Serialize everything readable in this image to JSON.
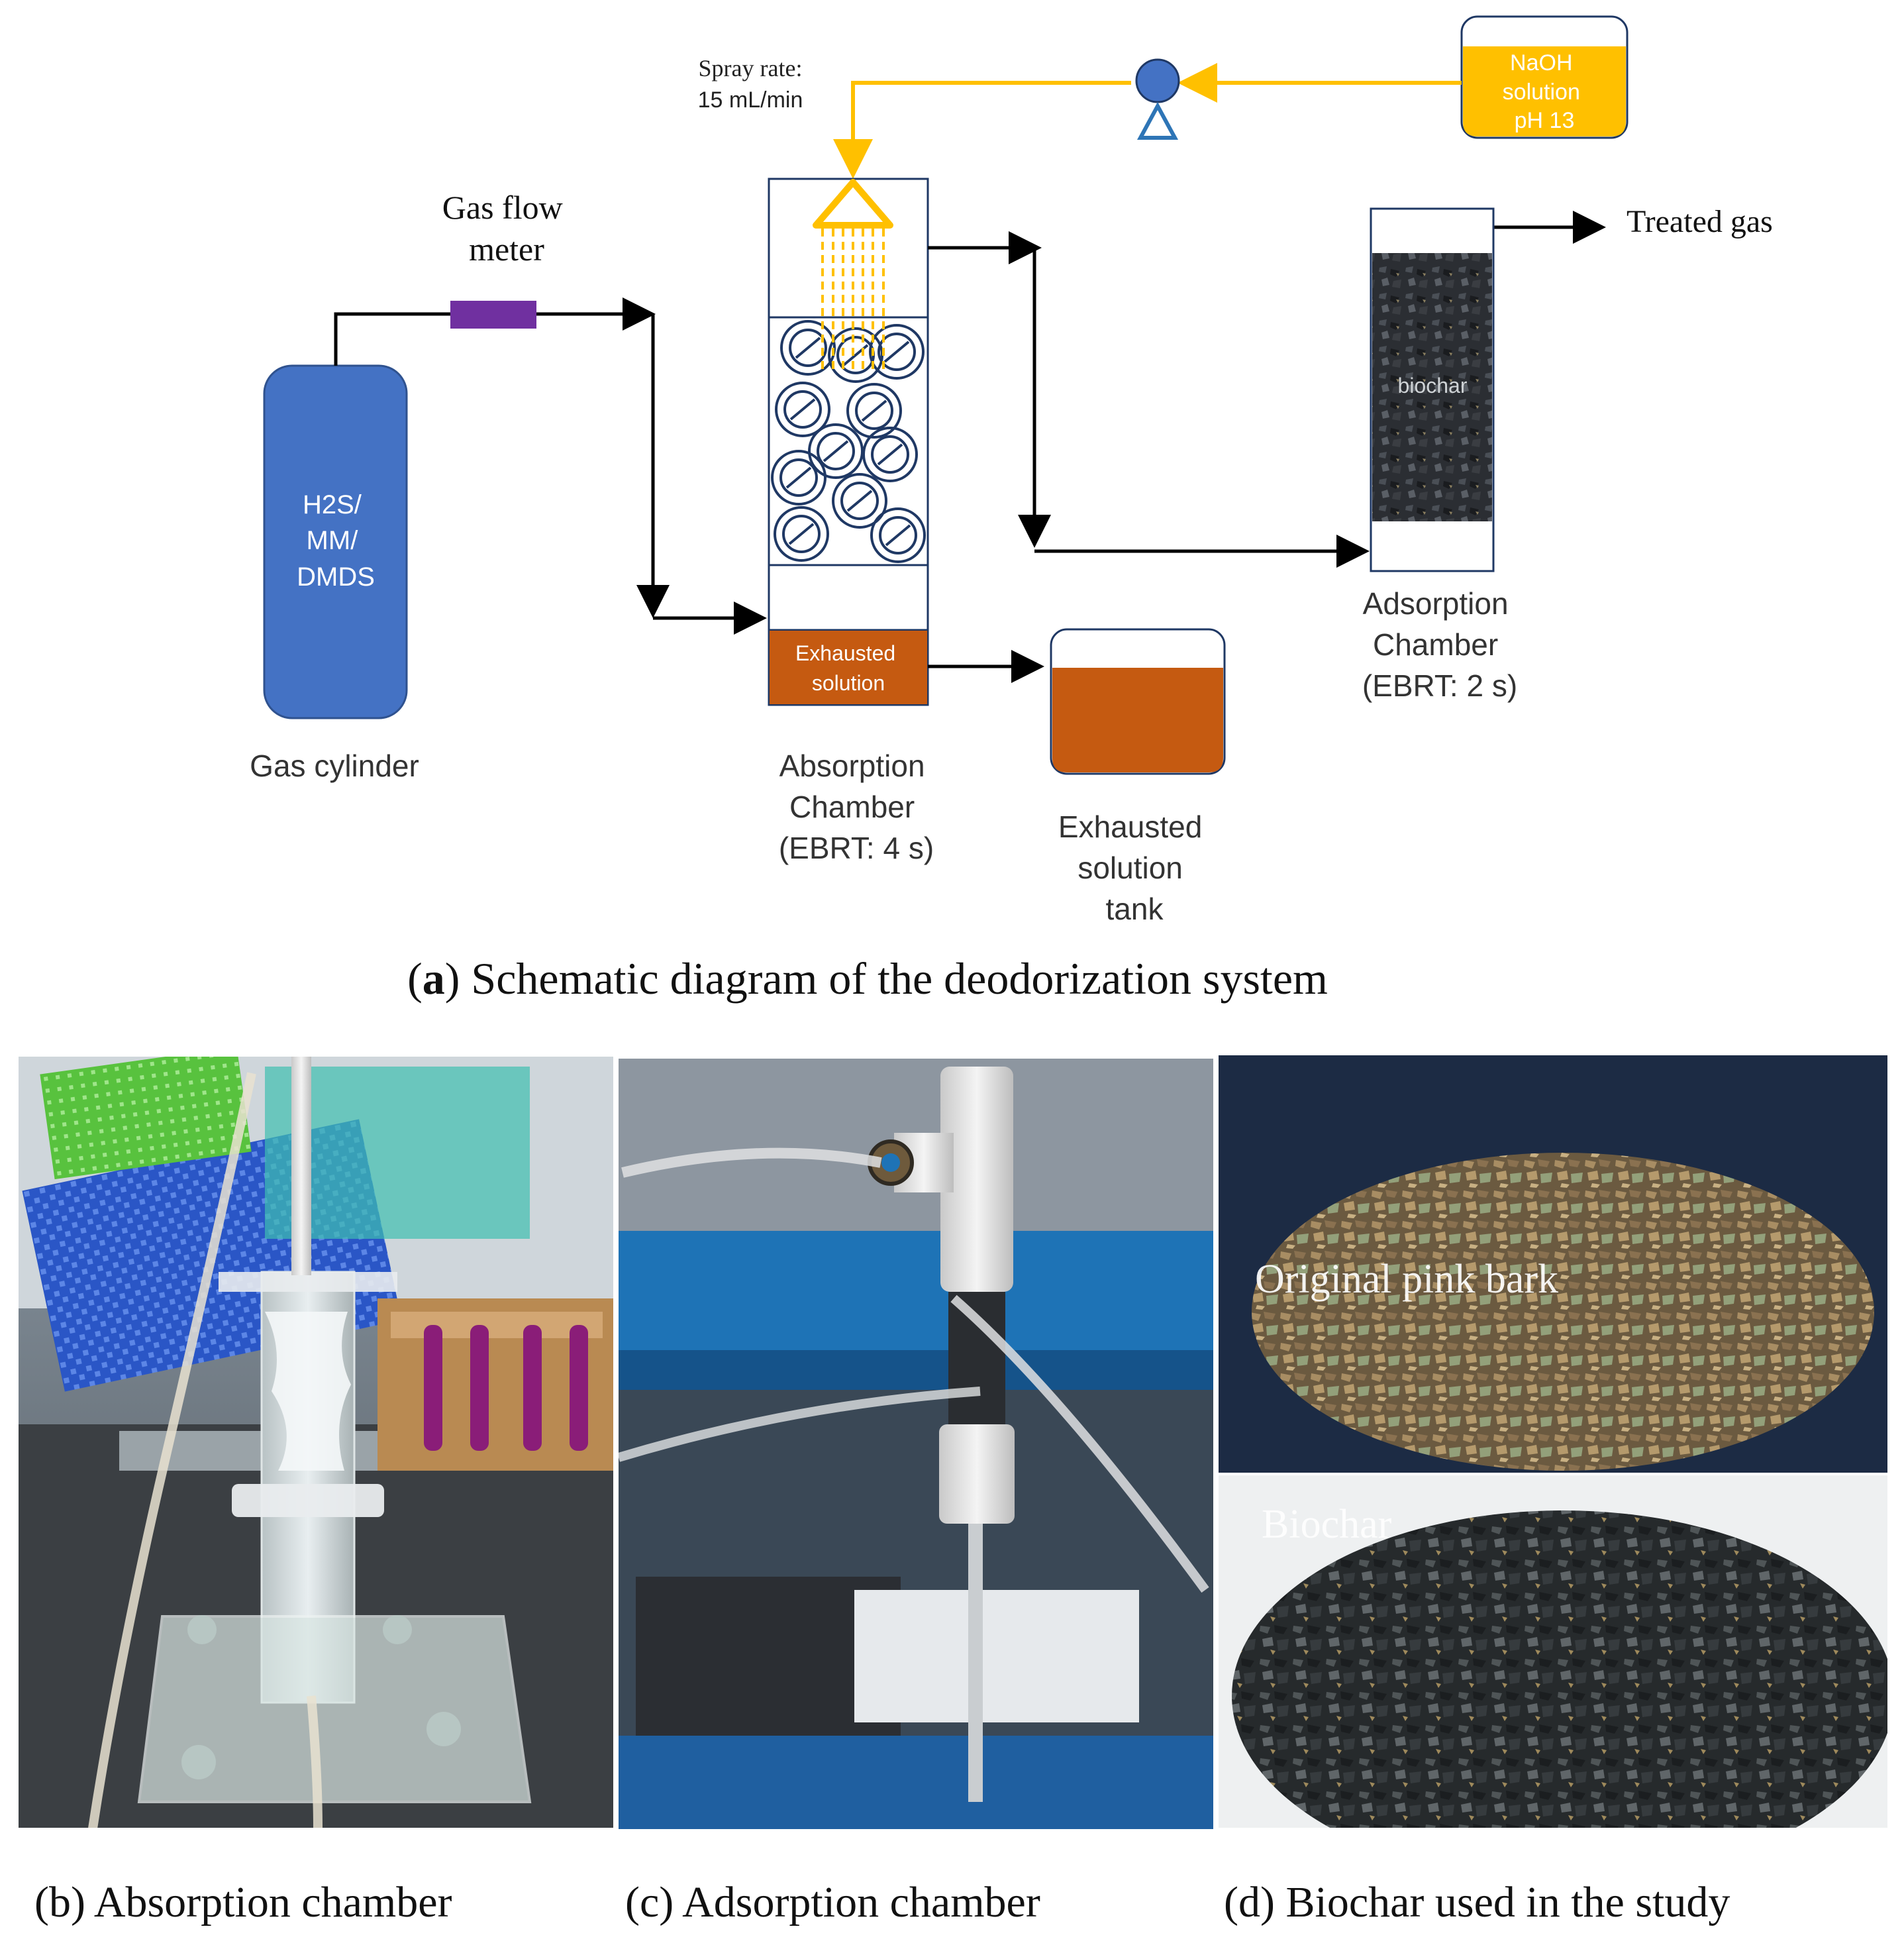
{
  "figure": {
    "panel_a": {
      "caption_letter": "a",
      "caption_text": "Schematic diagram of the deodorization system",
      "spray_rate_label": "Spray rate:",
      "spray_rate_value": "15 mL/min",
      "naoh_lines": [
        "NaOH",
        "solution",
        "pH 13"
      ],
      "gas_flow_meter_lines": [
        "Gas flow",
        "meter"
      ],
      "treated_gas": "Treated gas",
      "cylinder_lines": [
        "H2S/",
        "MM/",
        "DMDS"
      ],
      "gas_cylinder": "Gas cylinder",
      "biochar_label": "biochar",
      "exhausted_solution_lines": [
        "Exhausted",
        "solution"
      ],
      "absorption_chamber_lines": [
        "Absorption",
        "Chamber",
        "(EBRT: 4 s)"
      ],
      "adsorption_chamber_lines": [
        "Adsorption",
        "Chamber",
        "(EBRT: 2 s)"
      ],
      "exhausted_tank_lines": [
        "Exhausted",
        "solution",
        "tank"
      ]
    },
    "panel_b": {
      "caption": "(b) Absorption chamber"
    },
    "panel_c": {
      "caption": "(c) Adsorption chamber"
    },
    "panel_d": {
      "caption": "(d) Biochar used in the study",
      "label_top": "Original pink bark",
      "label_bottom": "Biochar"
    },
    "colors": {
      "cylinder": "#4472c4",
      "flow_meter": "#7030a0",
      "naoh": "#ffc000",
      "exhausted": "#c55a11",
      "pump": "#4472c4",
      "line": "#000000"
    }
  }
}
